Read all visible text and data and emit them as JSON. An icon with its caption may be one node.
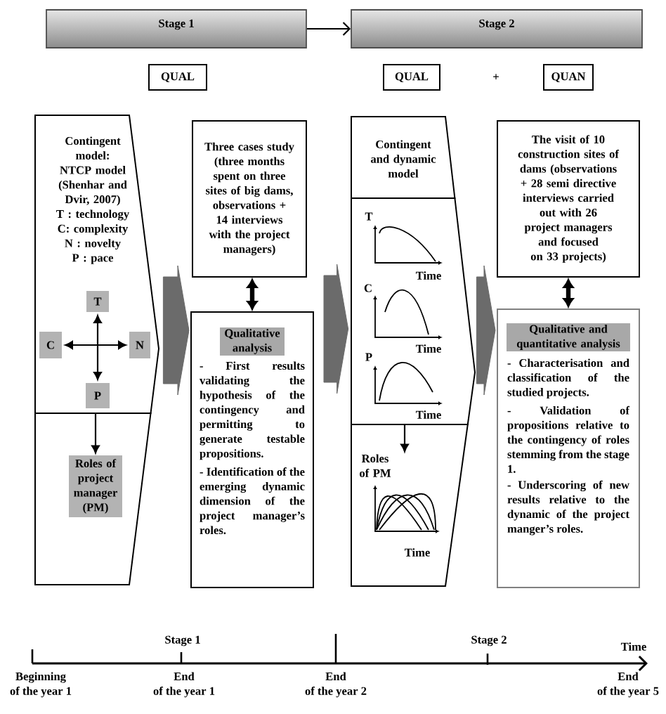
{
  "diagram": {
    "nodes": [
      {
        "text": [
          "Stage 1"
        ]
      },
      {
        "text": [
          "Stage 2"
        ]
      },
      {
        "text": [
          "QUAL"
        ]
      },
      {
        "text": [
          "QUAL"
        ]
      },
      {
        "text": [
          "QUAN"
        ]
      },
      {
        "text": [
          "Contingent model: NTCP model (Shenhar and Dvir, 2007)",
          "T : technology",
          "C: complexity",
          "N : novelty",
          "P : pace"
        ]
      },
      {
        "text": [
          "T"
        ],
        "in": 5
      },
      {
        "text": [
          "C"
        ],
        "in": 5
      },
      {
        "text": [
          "N"
        ],
        "in": 5
      },
      {
        "text": [
          "P"
        ],
        "in": 5
      },
      {
        "text": [],
        "shape": "box"
      },
      {
        "text": [
          "Roles of project manager (PM)"
        ],
        "in": 10
      },
      {
        "text": [
          "Three cases study (three months spent on three sites of big dams, observations + 14 interviews with the project managers)"
        ]
      },
      {
        "text": [
          "Qualitative analysis",
          "- First results validating the hypothesis of the contingency and permitting to generate testable propositions.",
          "- Identification of the emerging dynamic dimension of the project manager’s roles."
        ]
      },
      {
        "text": [
          "Contingent and dynamic model"
        ]
      },
      {
        "text": [
          "T",
          "Time",
          "C",
          "Time",
          "P",
          "Time"
        ]
      },
      {
        "text": [],
        "shape": "box"
      },
      {
        "text": [
          "Roles of PM",
          "Time"
        ],
        "in": 16
      },
      {
        "text": [
          "The visit of 10 construction sites of dams (observations + 28 semi directive interviews carried out with 26 project managers and focused on 33 projects)"
        ]
      },
      {
        "text": [
          "Qualitative and quantitative analysis",
          "- Characterisation and classification of the studied projects.",
          "- Validation of propositions relative to the contingency of roles stemming from the stage 1.",
          "- Underscoring of new results relative to the dynamic of the project manger’s roles."
        ]
      }
    ],
    "edges": [
      {
        "from": 0,
        "to": 1,
        "arrow": "to"
      },
      {
        "from": 6,
        "to": 9,
        "arrow": "both"
      },
      {
        "from": 7,
        "to": 8,
        "arrow": "both"
      },
      {
        "from": 5,
        "to": 11,
        "arrow": "to"
      },
      {
        "from": 5,
        "to": 13,
        "arrow": "to",
        "style": "thick",
        "color": "#6b6b6b"
      },
      {
        "from": 12,
        "to": 13,
        "arrow": "both",
        "style": "thick"
      },
      {
        "from": 13,
        "to": 15,
        "arrow": "to",
        "style": "thick",
        "color": "#6b6b6b"
      },
      {
        "from": 15,
        "to": 17,
        "arrow": "to"
      },
      {
        "from": 15,
        "to": 19,
        "arrow": "to",
        "style": "thick",
        "color": "#6b6b6b"
      },
      {
        "from": 18,
        "to": 19,
        "arrow": "both",
        "style": "thick"
      }
    ],
    "labels": [
      "+",
      "Stage 1",
      "Stage 2",
      "Time",
      "Beginning of the year 1",
      "End of the year 1",
      "End of the year 2",
      "End of the year 5"
    ]
  }
}
